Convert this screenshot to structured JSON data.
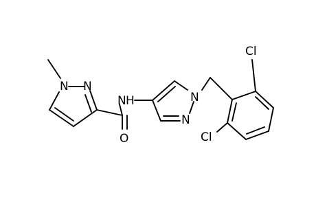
{
  "molecule": {
    "atoms": {
      "methyl": "",
      "n1_pyrazole_a": "N",
      "n2_pyrazole_a": "N",
      "amide_n": "N",
      "amide_h": "H",
      "carbonyl_o": "O",
      "n1_pyrazole_b": "N",
      "n2_pyrazole_b": "N",
      "cl_top": "Cl",
      "cl_bottom": "Cl"
    }
  }
}
